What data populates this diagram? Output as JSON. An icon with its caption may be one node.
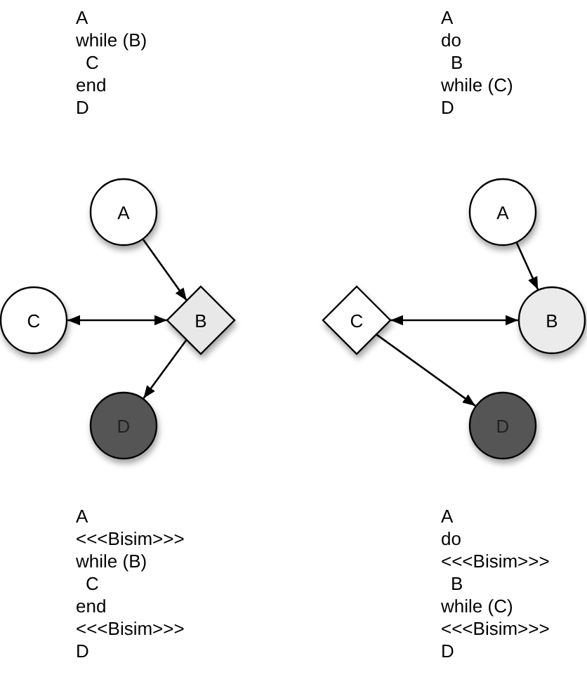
{
  "diagram": {
    "nodes": [
      {
        "text": [
          "A"
        ]
      },
      {
        "text": [
          "C"
        ]
      },
      {
        "text": [
          "B"
        ]
      },
      {
        "text": [
          "D"
        ]
      },
      {
        "text": [
          "A"
        ]
      },
      {
        "text": [
          "C"
        ]
      },
      {
        "text": [
          "B"
        ]
      },
      {
        "text": [
          "D"
        ]
      }
    ],
    "edges": [
      {
        "from": 0,
        "to": 2,
        "arrow": "to"
      },
      {
        "from": 1,
        "to": 2,
        "arrow": "both"
      },
      {
        "from": 2,
        "to": 3,
        "arrow": "to"
      },
      {
        "from": 4,
        "to": 6,
        "arrow": "to"
      },
      {
        "from": 5,
        "to": 6,
        "arrow": "both"
      },
      {
        "from": 5,
        "to": 7,
        "arrow": "to"
      }
    ],
    "labels": [
      "A",
      "while (B)",
      "C",
      "end",
      "D",
      "A",
      "do",
      "B",
      "while (C)",
      "D",
      "A",
      "<<<Bisim>>>",
      "while (B)",
      "C",
      "end",
      "<<<Bisim>>>",
      "D",
      "A",
      "do",
      "<<<Bisim>>>",
      "B",
      "while (C)",
      "<<<Bisim>>>",
      "D"
    ]
  }
}
